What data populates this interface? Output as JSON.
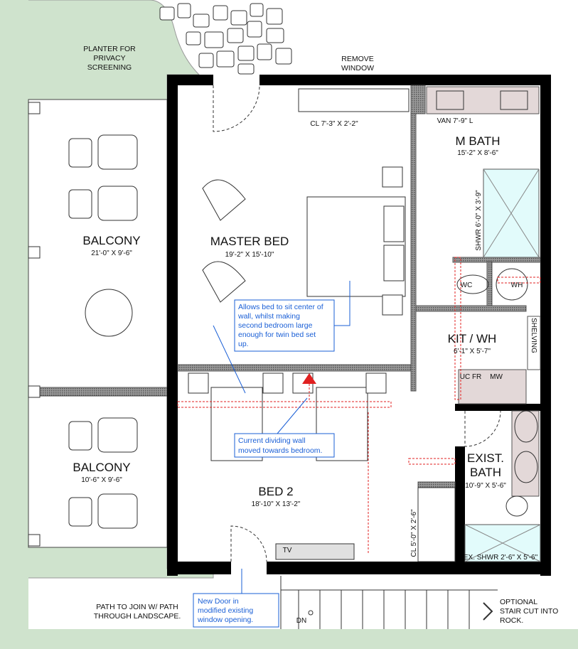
{
  "labels": {
    "planter": [
      "PLANTER FOR",
      "PRIVACY",
      "SCREENING"
    ],
    "remove_window": [
      "REMOVE",
      "WINDOW"
    ],
    "closet_master": "CL 7'-3\" X 2'-2\"",
    "vanity": "VAN 7'-9\" L",
    "shower_master": "SHWR 6'-0\" X 3'-9\"",
    "wc": "WC",
    "wh": "WH",
    "shelving": "SHELVING",
    "uc_fr": "UC FR",
    "mw": "MW",
    "closet_bed2": "CL 5'-0\" X 2'-6\"",
    "tv": "TV",
    "ex_shower": "EX. SHWR 2'-6\" X 5'-6\"",
    "dn": "DN",
    "path": [
      "PATH TO JOIN W/ PATH",
      "THROUGH LANDSCAPE."
    ],
    "stair": [
      "OPTIONAL",
      "STAIR CUT INTO",
      "ROCK."
    ]
  },
  "rooms": {
    "master_bed": {
      "name": "MASTER BED",
      "dims": "19'-2\" X 15'-10\""
    },
    "m_bath": {
      "name": "M BATH",
      "dims": "15'-2\" X 8'-6\""
    },
    "kit_wh": {
      "name": "KIT / WH",
      "dims": "6'-1\" X 5'-7\""
    },
    "exist_bath": {
      "name": [
        "EXIST.",
        "BATH"
      ],
      "dims": "10'-9\" X 5'-6\""
    },
    "bed2": {
      "name": "BED 2",
      "dims": "18'-10\" X 13'-2\""
    },
    "balcony_upper": {
      "name": "BALCONY",
      "dims": "21'-0\" X 9'-6\""
    },
    "balcony_lower": {
      "name": "BALCONY",
      "dims": "10'-6\" X 9'-6\""
    }
  },
  "callouts": [
    {
      "lines": [
        "Allows bed to sit center of",
        "wall, whilst making",
        "second bedroom large",
        "enough for twin bed set",
        "up."
      ]
    },
    {
      "lines": [
        "Current dividing wall",
        "moved towards bedroom."
      ]
    },
    {
      "lines": [
        "New Door in",
        "modified existing",
        "window opening."
      ]
    }
  ],
  "colors": {
    "landscape": "#cfe3cd",
    "shower": "#e2fbfb",
    "counter": "#e3d8d8",
    "callout": "#1a5fd6",
    "redline": "#e02020"
  }
}
